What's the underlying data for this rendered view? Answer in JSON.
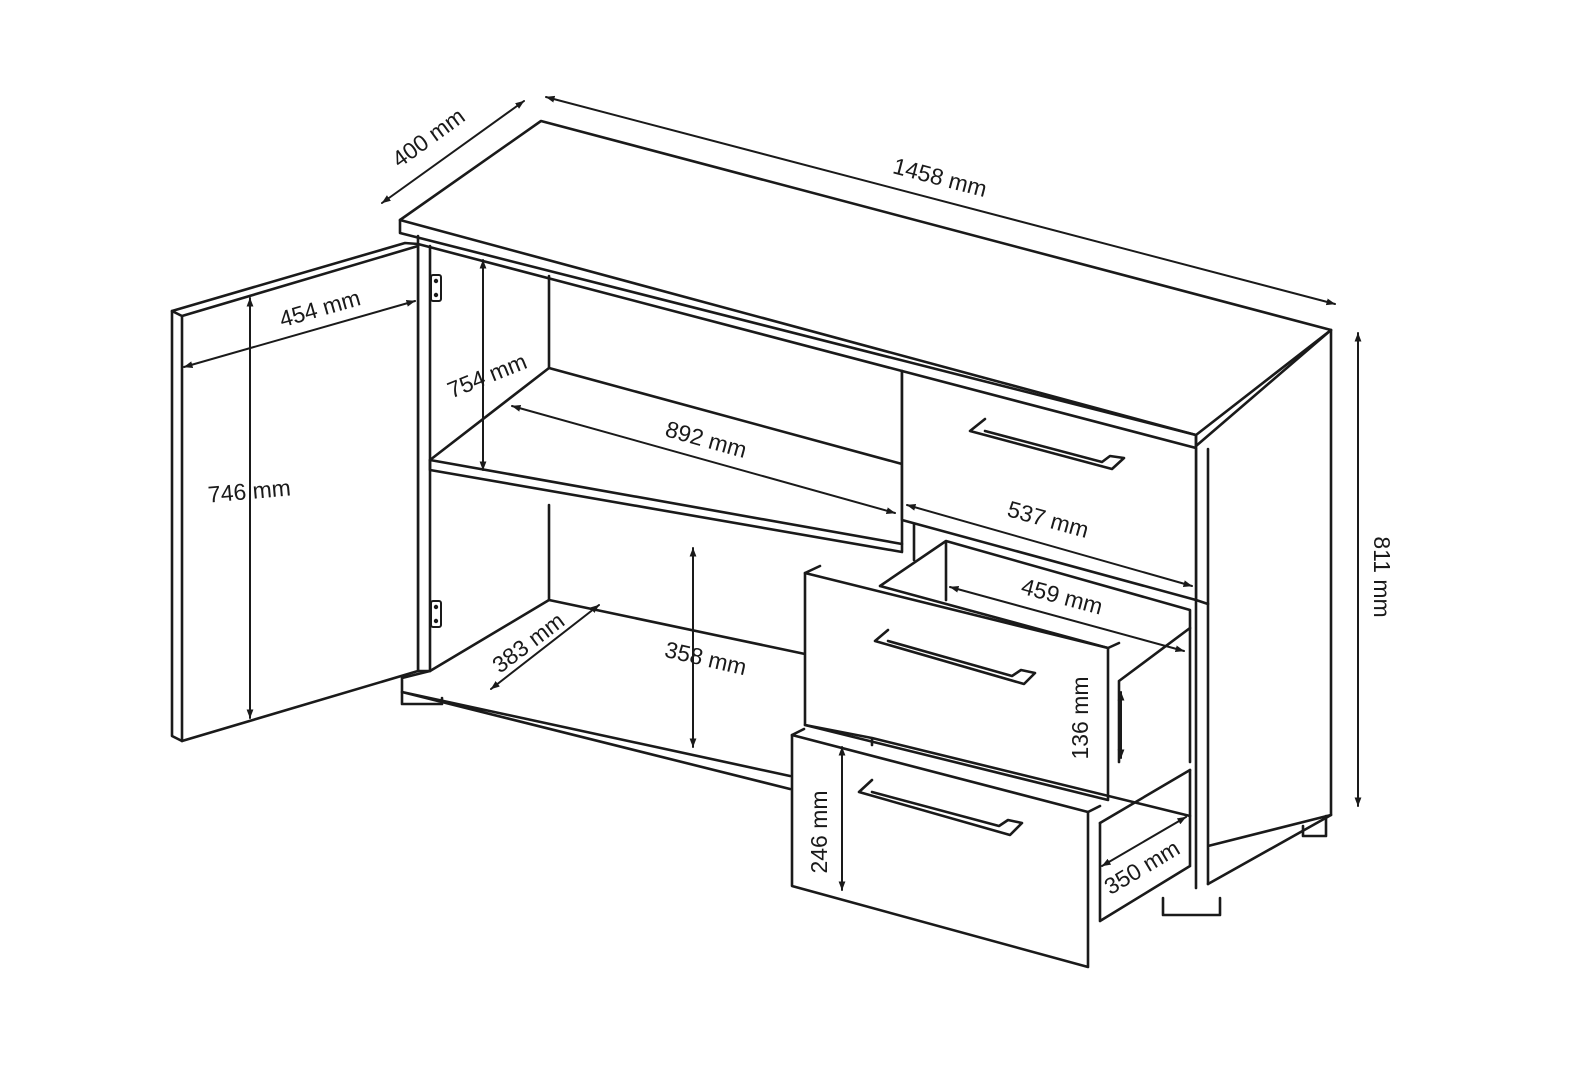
{
  "diagram": {
    "dimensions": {
      "depth": "400 mm",
      "width": "1458 mm",
      "height": "811 mm",
      "door_width": "454 mm",
      "door_height": "746 mm",
      "upper_compartment_height": "754 mm",
      "shelf_width": "892 mm",
      "drawer_width": "537 mm",
      "drawer_inner_width": "459 mm",
      "lower_compartment_depth": "383 mm",
      "lower_compartment_height": "358 mm",
      "middle_drawer_height": "136 mm",
      "bottom_drawer_height": "246 mm",
      "drawer_depth": "350 mm"
    }
  }
}
